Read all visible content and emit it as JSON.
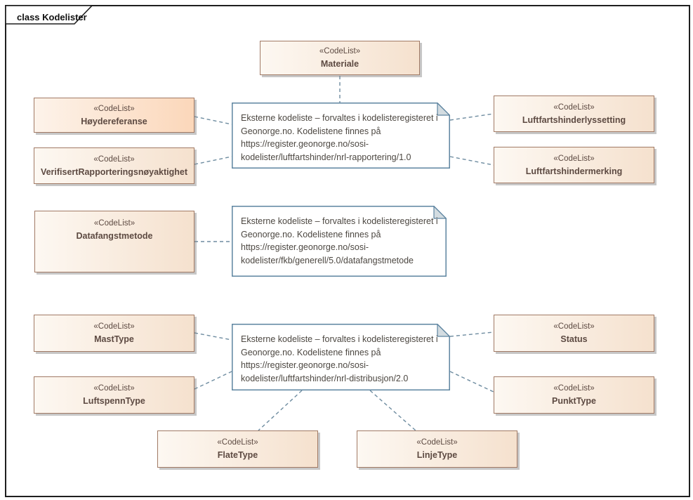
{
  "frame": {
    "label": "class Kodelister"
  },
  "boxes": [
    {
      "stereotype": "«CodeList»",
      "name": "Materiale"
    },
    {
      "stereotype": "«CodeList»",
      "name": "Høydereferanse",
      "highlighted": true
    },
    {
      "stereotype": "«CodeList»",
      "name": "VerifisertRapporteringsnøyaktighet"
    },
    {
      "stereotype": "«CodeList»",
      "name": "Luftfartshinderlyssetting"
    },
    {
      "stereotype": "«CodeList»",
      "name": "Luftfartshindermerking"
    },
    {
      "stereotype": "«CodeList»",
      "name": "Datafangstmetode"
    },
    {
      "stereotype": "«CodeList»",
      "name": "MastType"
    },
    {
      "stereotype": "«CodeList»",
      "name": "LuftspennType"
    },
    {
      "stereotype": "«CodeList»",
      "name": "Status"
    },
    {
      "stereotype": "«CodeList»",
      "name": "PunktType"
    },
    {
      "stereotype": "«CodeList»",
      "name": "FlateType"
    },
    {
      "stereotype": "«CodeList»",
      "name": "LinjeType"
    }
  ],
  "notes": [
    {
      "lines": [
        "Eksterne kodeliste – forvaltes i kodelisteregisteret i",
        "Geonorge.no. Kodelistene finnes på",
        "https://register.geonorge.no/sosi-",
        "kodelister/luftfartshinder/nrl-rapportering/1.0"
      ]
    },
    {
      "lines": [
        "Eksterne kodeliste – forvaltes i kodelisteregisteret i",
        "Geonorge.no. Kodelistene finnes på",
        "https://register.geonorge.no/sosi-",
        "kodelister/fkb/generell/5.0/datafangstmetode"
      ]
    },
    {
      "lines": [
        "Eksterne kodeliste – forvaltes i kodelisteregisteret i",
        "Geonorge.no. Kodelistene finnes på",
        "https://register.geonorge.no/sosi-",
        "kodelister/luftfartshinder/nrl-distribusjon/2.0"
      ]
    }
  ],
  "colors": {
    "box_border": "#a17a65",
    "box_fill_left": "#fdf8f2",
    "box_fill_right": "#f5e1ce",
    "box_highlight_fill_right": "#fbd7ba",
    "box_text": "#5d4a42",
    "note_border": "#5d84a0",
    "note_fill": "#ffffff",
    "note_fold_fill": "#d3dce1",
    "connector": "#6e8ca0",
    "frame_border": "#1f1f1f"
  }
}
